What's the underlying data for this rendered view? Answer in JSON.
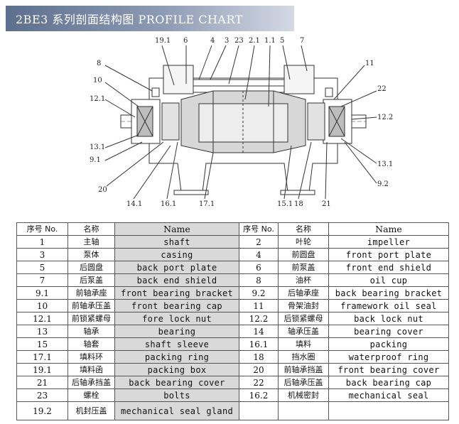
{
  "title": "2BE3 系列剖面结构图 PROFILE CHART",
  "callouts": [
    "19.1",
    "6",
    "4",
    "3",
    "23",
    "2.1",
    "1.1",
    "5",
    "7",
    "8",
    "10",
    "12.1",
    "11",
    "22",
    "12.2",
    "13.1",
    "9.1",
    "20",
    "14.1",
    "16.1",
    "17.1",
    "15.1",
    "18",
    "21",
    "13.1",
    "9.2"
  ],
  "table": {
    "headers": [
      "序号 No.",
      "名称",
      "Name",
      "序号 No.",
      "名称",
      "Name"
    ],
    "rows": [
      [
        [
          "1",
          "主轴",
          "shaft"
        ],
        [
          "2",
          "叶轮",
          "impeller"
        ]
      ],
      [
        [
          "3",
          "泵体",
          "casing"
        ],
        [
          "4",
          "前圆盘",
          "front port plate"
        ]
      ],
      [
        [
          "5",
          "后圆盘",
          "back port plate"
        ],
        [
          "6",
          "前泵盖",
          "front end shield"
        ]
      ],
      [
        [
          "7",
          "后泵盖",
          "back end shield"
        ],
        [
          "8",
          "油杯",
          "oil cup"
        ]
      ],
      [
        [
          "9.1",
          "前轴承座",
          "front bearing bracket"
        ],
        [
          "9.2",
          "后轴承座",
          "back bearing bracket"
        ]
      ],
      [
        [
          "10",
          "前轴承压盖",
          "front  bearing cap"
        ],
        [
          "11",
          "骨架油封",
          "framework oil seal"
        ]
      ],
      [
        [
          "12.1",
          "前锁紧螺母",
          "fore lock nut"
        ],
        [
          "12.2",
          "后锁紧螺母",
          "back lock nut"
        ]
      ],
      [
        [
          "13",
          "轴承",
          "bearing"
        ],
        [
          "14",
          "轴承压盖",
          "bearing cover"
        ]
      ],
      [
        [
          "15",
          "轴套",
          "shaft sleeve"
        ],
        [
          "16.1",
          "填料",
          "packing"
        ]
      ],
      [
        [
          "17.1",
          "填料环",
          "packing ring"
        ],
        [
          "18",
          "挡水圈",
          "waterproof ring"
        ]
      ],
      [
        [
          "19.1",
          "填料函",
          "packing box"
        ],
        [
          "20",
          "前轴承挡盖",
          "front  bearing cover"
        ]
      ],
      [
        [
          "21",
          "后轴承挡盖",
          "back bearing cover"
        ],
        [
          "22",
          "后轴承压盖",
          "back bearing cap"
        ]
      ],
      [
        [
          "23",
          "螺栓",
          "bolts"
        ],
        [
          "16.2",
          "机械密封",
          "mechanical seal"
        ]
      ],
      [
        [
          "19.2",
          "机封压盖",
          "mechanical seal gland"
        ],
        [
          "",
          "",
          ""
        ]
      ]
    ]
  }
}
